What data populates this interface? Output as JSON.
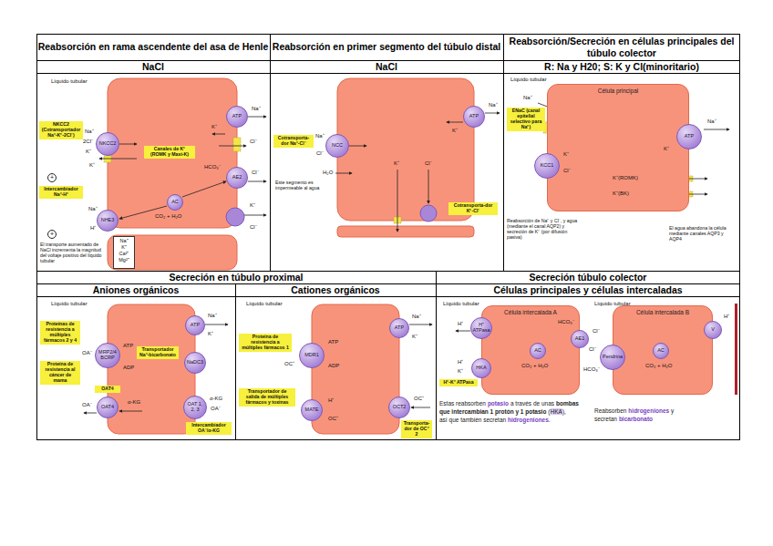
{
  "diagram": {
    "nodes": [
      {
        "text": [
          "NKCC2 (Cotransportador Na⁺-K⁺-2Cl⁻)"
        ]
      },
      {
        "text": [
          "NKCC2"
        ]
      },
      {
        "text": [
          "ATP"
        ]
      },
      {
        "text": [
          "Canales de K⁺ (ROMK y Maxi-K)"
        ]
      },
      {
        "text": [
          "AE2"
        ]
      },
      {
        "text": [
          "Intercambiador Na⁺-H⁺"
        ]
      },
      {
        "text": [
          "NHE3"
        ]
      },
      {
        "text": [
          "AC"
        ]
      },
      {
        "text": [
          "Na⁺",
          "K⁺",
          "Ca²⁺",
          "Mg²⁺"
        ]
      },
      {
        "text": [
          "Cotransporta-dor Na⁺-Cl⁻"
        ]
      },
      {
        "text": [
          "NCC"
        ]
      },
      {
        "text": [
          "ATP"
        ]
      },
      {
        "text": [
          "Cotransporta-dor K⁺-Cl⁻"
        ]
      },
      {
        "text": [
          "Célula principal"
        ]
      },
      {
        "text": [
          "ENaC (canal epitelial selectivo para Na⁺)"
        ]
      },
      {
        "text": [
          "KCC1"
        ]
      },
      {
        "text": [
          "ATP"
        ]
      },
      {
        "text": [
          "Proteínas de resistencia a múltiples fármacos 2 y 4"
        ]
      },
      {
        "text": [
          "Proteína de resistencia al cáncer de mama"
        ]
      },
      {
        "text": [
          "MRP2/4 BCRP"
        ]
      },
      {
        "text": [
          "ATP"
        ]
      },
      {
        "text": [
          "Transportador Na⁺-bicarbonato"
        ]
      },
      {
        "text": [
          "NaDC3"
        ]
      },
      {
        "text": [
          "OAT4"
        ]
      },
      {
        "text": [
          "OAT4"
        ]
      },
      {
        "text": [
          "OAT 1, 2, 3"
        ]
      },
      {
        "text": [
          "Intercambiador OA⁻/α-KG"
        ]
      },
      {
        "text": [
          "Proteína de resistencia a múltiples fármacos 1"
        ]
      },
      {
        "text": [
          "MDR1"
        ]
      },
      {
        "text": [
          "ATP"
        ]
      },
      {
        "text": [
          "Transportador de salida de múltiples fármacos y toxinas"
        ]
      },
      {
        "text": [
          "MATE"
        ]
      },
      {
        "text": [
          "OCT2"
        ]
      },
      {
        "text": [
          "Transporta-dor de OC⁺ 2"
        ]
      },
      {
        "text": [
          "Célula intercalada A"
        ]
      },
      {
        "text": [
          "H⁺ ATPasa"
        ]
      },
      {
        "text": [
          "AE1"
        ]
      },
      {
        "text": [
          "AC"
        ],
        "in": 34
      },
      {
        "text": [
          "H⁺-K⁺ ATPasa"
        ]
      },
      {
        "text": [
          "HKA"
        ]
      },
      {
        "text": [
          "Célula intercalada B"
        ]
      },
      {
        "text": [
          "Pendrina"
        ]
      },
      {
        "text": [
          "AC"
        ],
        "in": 40
      },
      {
        "text": [
          "V"
        ]
      }
    ],
    "labels": [
      "Reabsorción en rama ascendente del asa de Henle",
      "Reabsorción en primer segmento del túbulo distal",
      "Reabsorción/Secreción en células principales del túbulo colector",
      "NaCl",
      "NaCl",
      "R: Na y H20; S: K y Cl(minoritario)",
      "Líquido tubular",
      "Na⁺",
      "2Cl⁻",
      "K⁺",
      "K⁺",
      "Na⁺",
      "K⁺",
      "Cl⁻",
      "HCO₃⁻",
      "Cl⁻",
      "+",
      "Na⁺",
      "H⁺",
      "CO₂ + H₂O",
      "K⁺",
      "Cl⁻",
      "+",
      "El transporte aumentado de NaCl incrementa la magnitud del voltaje positivo del líquido tubular",
      "Na⁺",
      "Cl⁻",
      "Na⁺",
      "K⁺",
      "H₂O",
      "Este segmento es impermeable al agua",
      "K⁺",
      "Cl⁻",
      "Líquido tubular",
      "Na⁺",
      "K⁺",
      "Cl⁻",
      "Na⁺",
      "K⁺",
      "K⁺(ROMK)",
      "K⁺(BK)",
      "Reabsorción de Na⁺ y Cl⁻, y agua (mediante el canal AQP2) y secreción de K⁺ (por difusión pasiva)",
      "El agua abandona la célula mediante canales AQP3 y AQP4",
      "Secreción en túbulo proximal",
      "Secreción túbulo colector",
      "Aniones orgánicos",
      "Cationes orgánicos",
      "Células principales y células intercaladas",
      "Líquido tubular",
      "OA⁻",
      "ATP",
      "ADP",
      "Na⁺",
      "K⁺",
      "OA⁻",
      "α-KG",
      "α-KG",
      "OA⁻",
      "Líquido tubular",
      "OC⁺",
      "ATP",
      "ADP",
      "Na⁺",
      "K⁺",
      "H⁺",
      "OC⁺",
      "OC⁺",
      "Líquido tubular",
      "Líquido tubular",
      "H⁺",
      "HCO₃⁻",
      "Cl⁻",
      "CO₂ + H₂O",
      "H⁺",
      "K⁺",
      "Cl⁻",
      "HCO₃⁻",
      "CO₂ + H₂O",
      "H⁺",
      "Estas reabsorben",
      "potasio",
      "a través de unas",
      "bombas que intercambian 1 protón y 1 potasio",
      "(",
      "HKA",
      "), así",
      "que también secretan",
      "hidrogeniones",
      ".",
      "Reabsorben",
      "hidrogeniones",
      "y secretan",
      "bicarbonato"
    ]
  }
}
